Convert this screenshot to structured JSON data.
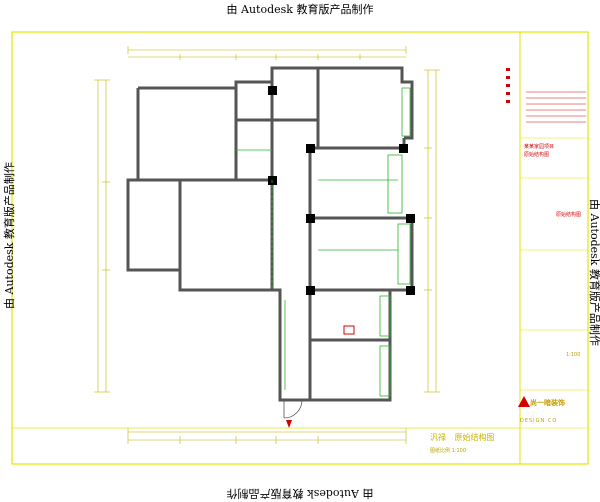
{
  "watermark": {
    "top": "由 Autodesk 教育版产品制作",
    "bottom": "由 Autodesk 教育版产品制作",
    "left": "由 Autodesk 教育版产品制作",
    "right": "由 Autodesk 教育版产品制作"
  },
  "title_block": {
    "drawing_title_left": "汎禄",
    "drawing_title_right": "原始结构图",
    "scale": "图纸比例 1:100",
    "company_logo_text": "尚一暗装饰",
    "company_sub": "DESIGN CO",
    "project_name": "某某家园项目",
    "project_sub": "原始结构图",
    "tag_1": "原始结构图",
    "tag_2": "1:100"
  },
  "colors": {
    "wall": "#555555",
    "column": "#000000",
    "dimension": "#c8b400",
    "frame": "#e6e600",
    "window": "#2bb52b",
    "accent": "#d40000"
  }
}
